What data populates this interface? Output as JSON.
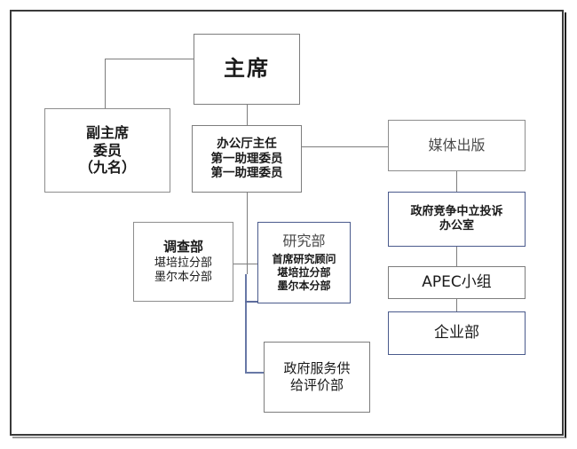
{
  "chart": {
    "type": "org-chart",
    "title": "",
    "language": "zh-CN",
    "colors": {
      "frame": "#3a3a3a",
      "box_border": "#7d7d7d",
      "blue_connector": "#6878a6",
      "text": "#1a1a1a",
      "gray_text": "#4a4a4a",
      "background": "#ffffff"
    }
  },
  "nodes": {
    "chair": {
      "label": "主席"
    },
    "vice_chair": {
      "lines": [
        "副主席",
        "委员",
        "（九名）"
      ]
    },
    "office_director": {
      "lines": [
        "办公厅主任",
        "第一助理委员",
        "第一助理委员"
      ]
    },
    "media": {
      "label": "媒体出版"
    },
    "neutrality_office": {
      "lines": [
        "政府竞争中立投诉",
        "办公室"
      ]
    },
    "apec": {
      "label": "APEC小组"
    },
    "enterprise": {
      "label": "企业部"
    },
    "investigation": {
      "title": "调查部",
      "lines": [
        "堪培拉分部",
        "墨尔本分部"
      ]
    },
    "research": {
      "title": "研究部",
      "lines": [
        "首席研究顾问",
        "堪培拉分部",
        "墨尔本分部"
      ]
    },
    "service_eval": {
      "lines": [
        "政府服务供",
        "给评价部"
      ]
    }
  },
  "edges": [
    {
      "from": "chair",
      "to": "vice_chair"
    },
    {
      "from": "chair",
      "to": "office_director"
    },
    {
      "from": "office_director",
      "to": "media"
    },
    {
      "from": "media",
      "to": "neutrality_office"
    },
    {
      "from": "neutrality_office",
      "to": "apec"
    },
    {
      "from": "apec",
      "to": "enterprise"
    },
    {
      "from": "office_director",
      "to": "investigation"
    },
    {
      "from": "office_director",
      "to": "research"
    },
    {
      "from": "office_director",
      "to": "service_eval"
    }
  ]
}
